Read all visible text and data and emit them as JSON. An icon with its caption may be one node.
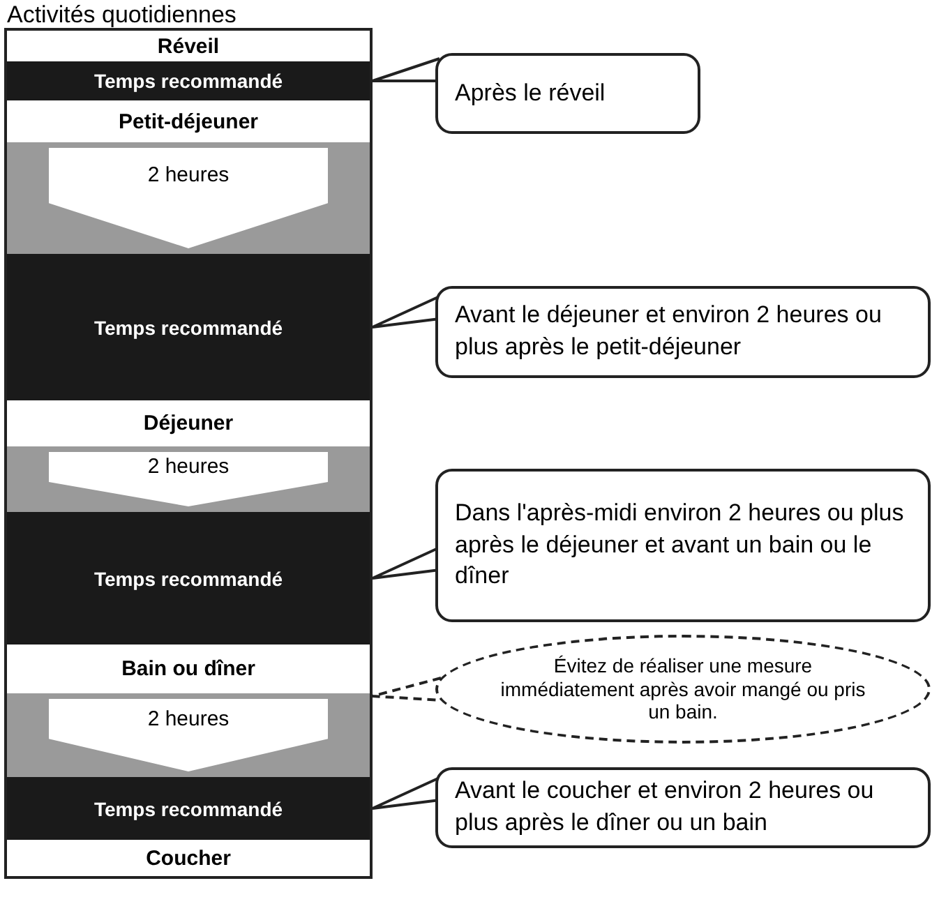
{
  "diagram": {
    "nodes": [
      {
        "text": [
          "Activités quotidiennes"
        ]
      },
      {
        "text": [
          "Réveil"
        ],
        "in": 0
      },
      {
        "text": [
          "Temps recommandé"
        ],
        "in": 0
      },
      {
        "text": [
          "Petit-déjeuner"
        ],
        "in": 0
      },
      {
        "text": [
          "2 heures"
        ],
        "in": 0
      },
      {
        "text": [
          "Temps recommandé"
        ],
        "in": 0
      },
      {
        "text": [
          "Déjeuner"
        ],
        "in": 0
      },
      {
        "text": [
          "2 heures"
        ],
        "in": 0
      },
      {
        "text": [
          "Temps recommandé"
        ],
        "in": 0
      },
      {
        "text": [
          "Bain ou dîner"
        ],
        "in": 0
      },
      {
        "text": [
          "2 heures"
        ],
        "in": 0
      },
      {
        "text": [
          "Temps recommandé"
        ],
        "in": 0
      },
      {
        "text": [
          "Coucher"
        ],
        "in": 0
      },
      {
        "text": [
          "Après le réveil"
        ]
      },
      {
        "text": [
          "Avant le déjeuner et environ 2 heures ou plus après le petit-déjeuner"
        ]
      },
      {
        "text": [
          "Dans l'après-midi environ 2 heures ou plus après le déjeuner et avant un bain ou le dîner"
        ]
      },
      {
        "text": [
          "Évitez de réaliser une mesure immédiatement après avoir mangé ou pris un bain."
        ]
      },
      {
        "text": [
          "Avant le coucher et environ 2 heures ou plus après le dîner ou un bain"
        ]
      }
    ],
    "edges": [
      {
        "from": 13,
        "to": 2,
        "arrow": "none"
      },
      {
        "from": 14,
        "to": 5,
        "arrow": "none"
      },
      {
        "from": 15,
        "to": 8,
        "arrow": "none"
      },
      {
        "from": 16,
        "to": 10,
        "arrow": "none",
        "style": "dashed"
      },
      {
        "from": 17,
        "to": 11,
        "arrow": "none"
      }
    ]
  }
}
